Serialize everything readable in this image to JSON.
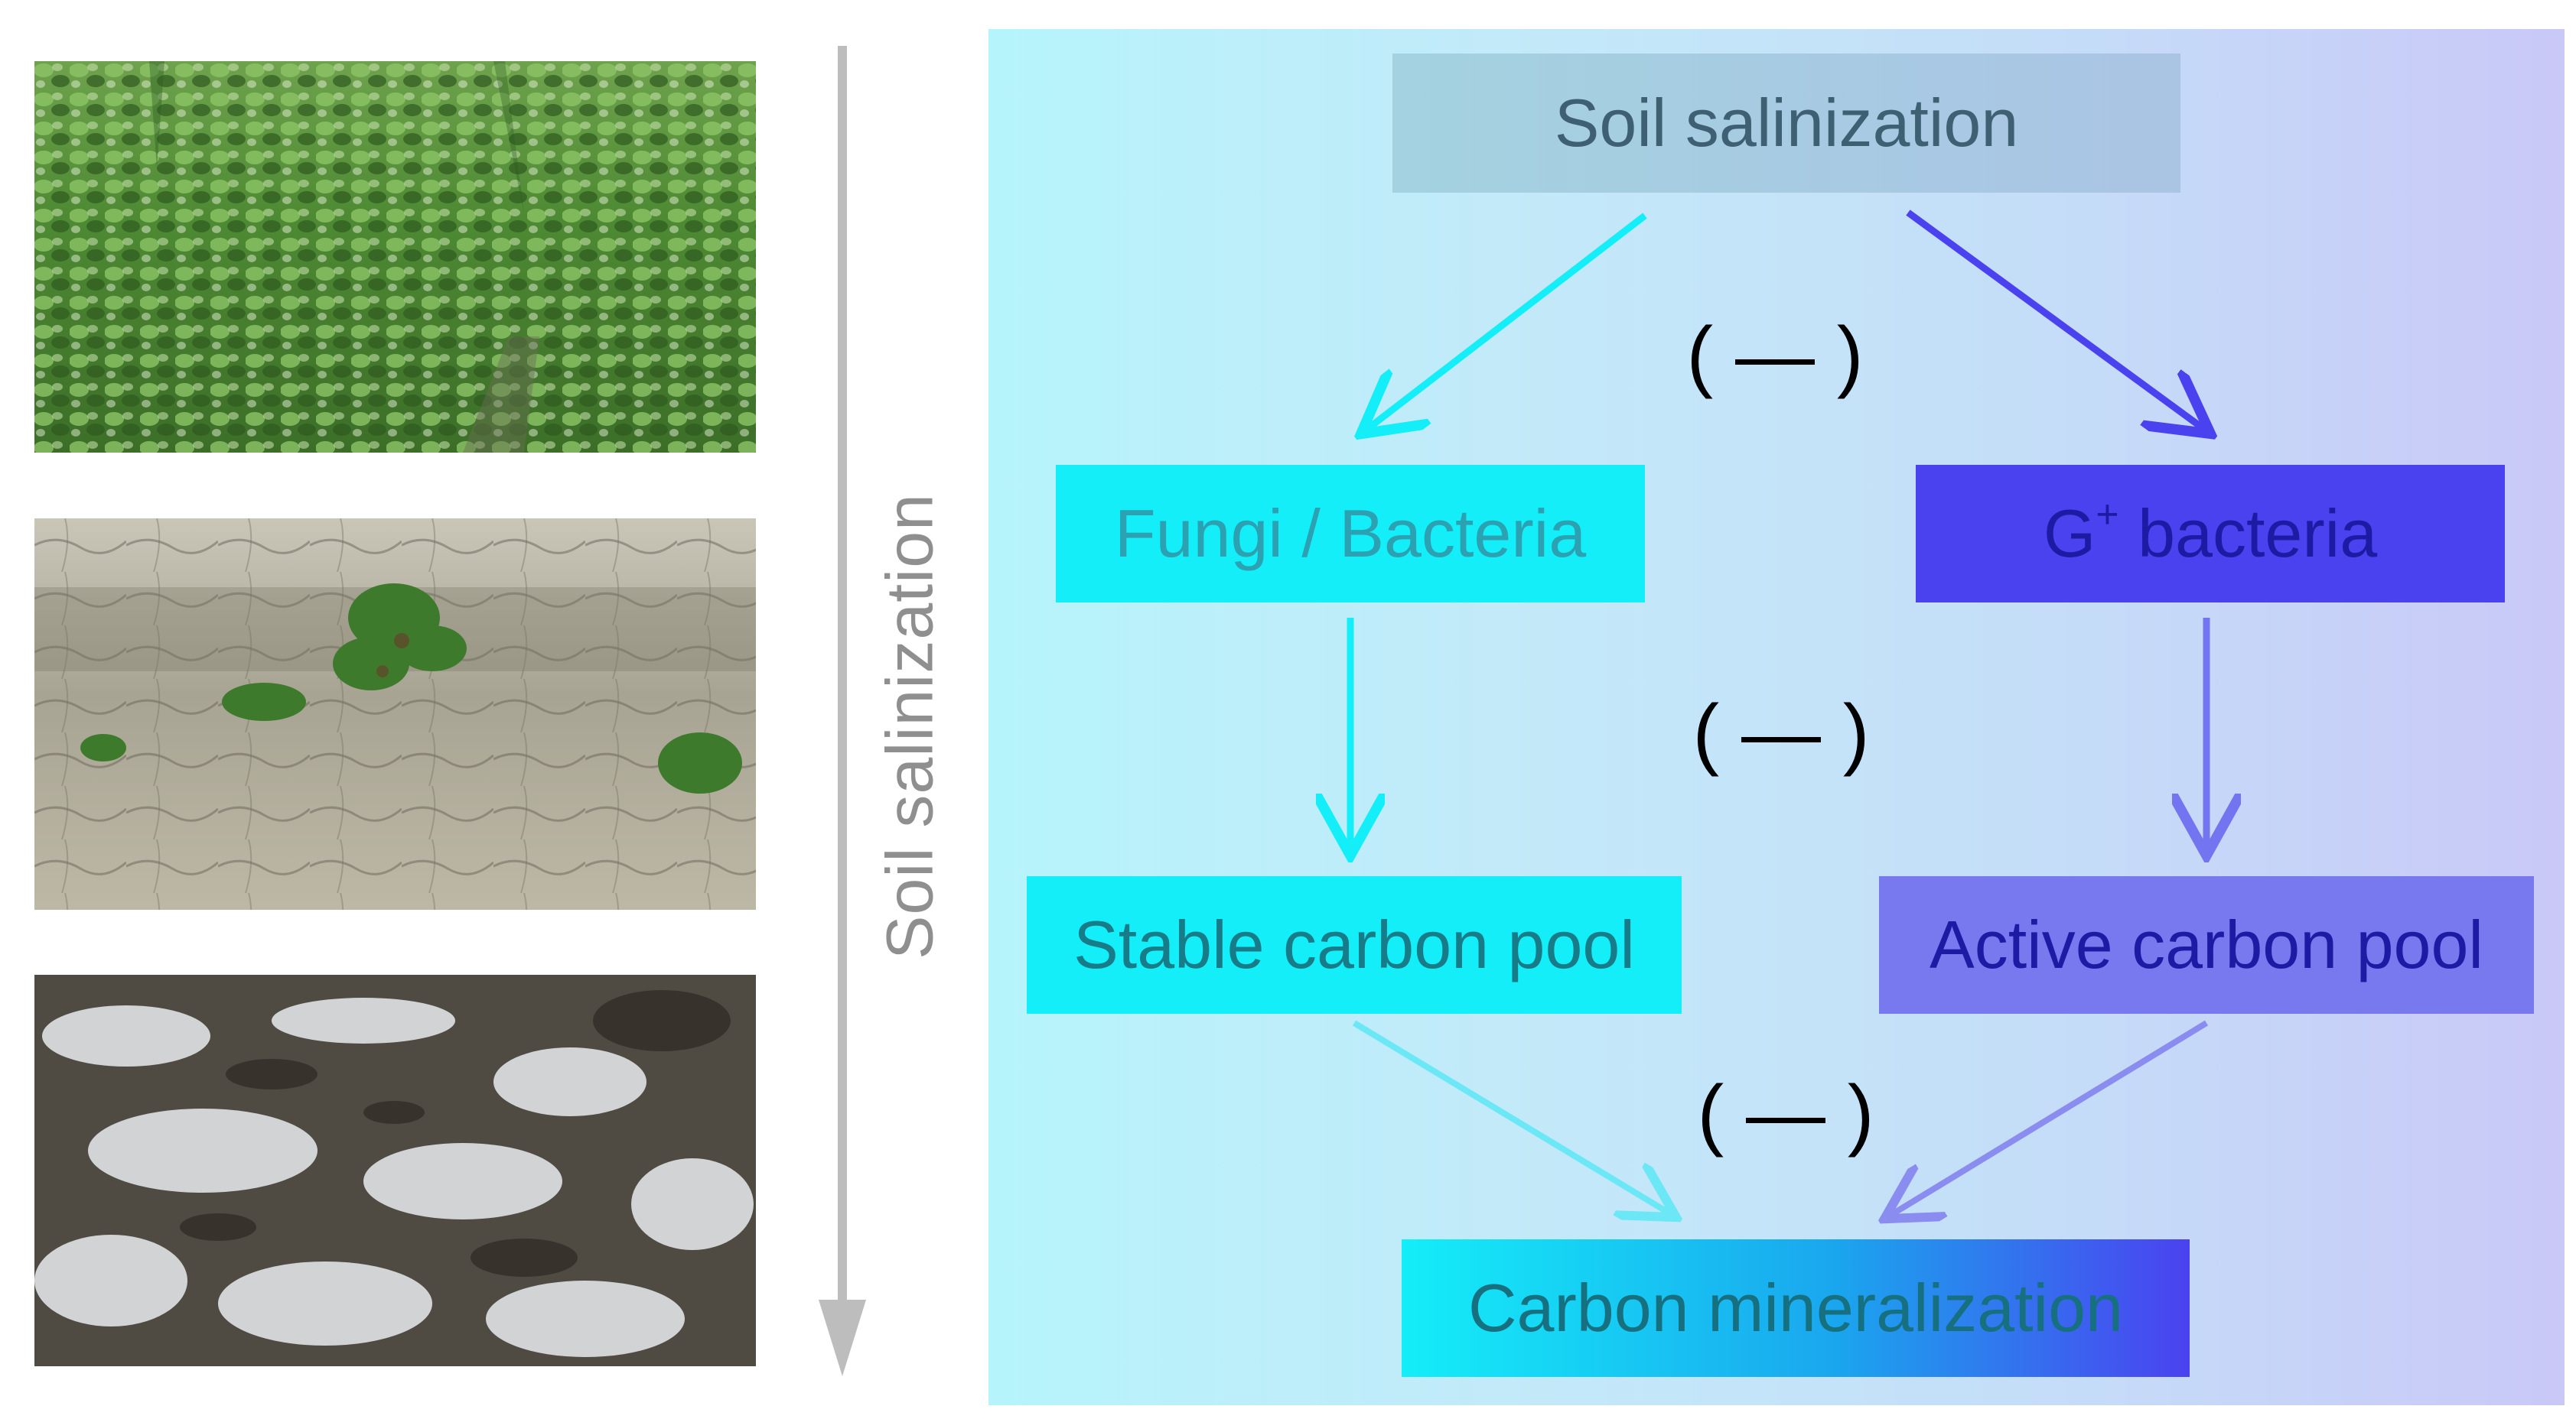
{
  "side_label": "Soil salinization",
  "photos": [
    {
      "name": "cotton-field-low-salinity"
    },
    {
      "name": "sparse-plant-moderate-salinity"
    },
    {
      "name": "salt-crust-high-salinity"
    }
  ],
  "diagram": {
    "nodes": {
      "soil_salinization": "Soil salinization",
      "fungi_bacteria": "Fungi / Bacteria",
      "g_bacteria_prefix": "G",
      "g_bacteria_sup": "+",
      "g_bacteria_suffix": " bacteria",
      "stable_pool": "Stable carbon pool",
      "active_pool": "Active carbon pool",
      "carbon_mineralization": "Carbon mineralization"
    },
    "effect_labels": [
      "( — )",
      "( — )",
      "( — )"
    ]
  },
  "colors": {
    "fungi_branch": "#14eef8",
    "bacteria_branch": "#4b42ef",
    "arrow_gray": "#bdbdbd"
  }
}
